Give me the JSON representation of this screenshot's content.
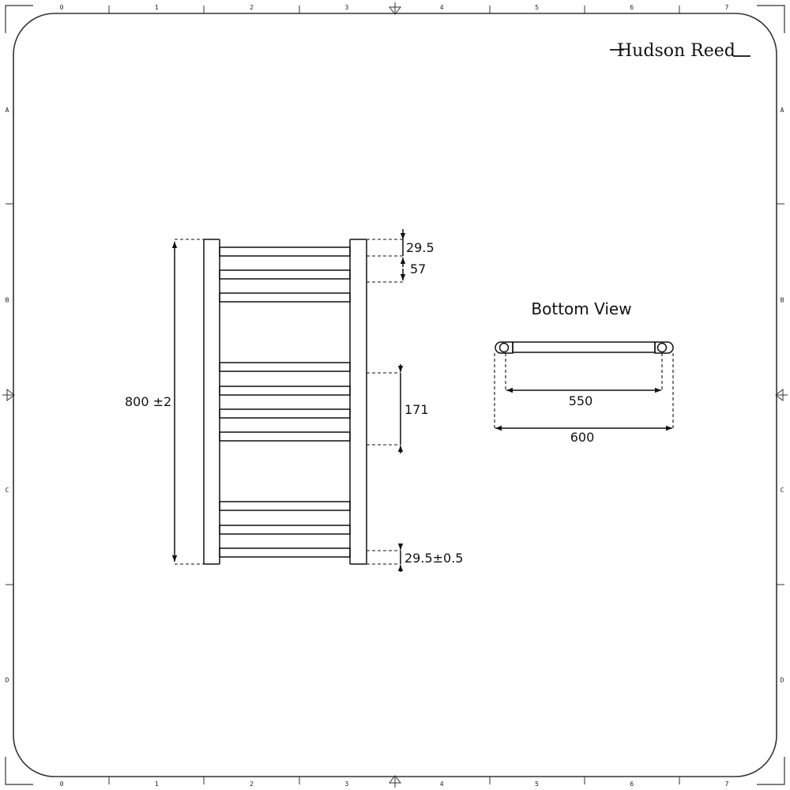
{
  "logo": {
    "text": "Hudson Reed"
  },
  "frame": {
    "column_labels": [
      "0",
      "1",
      "2",
      "3",
      "4",
      "5",
      "6",
      "7"
    ],
    "row_labels": [
      "A",
      "B",
      "C",
      "D"
    ]
  },
  "front_view": {
    "height_label": "800 ±2",
    "top_offset_label": "29.5",
    "rail_pitch_label": "57",
    "group_gap_label": "171",
    "bottom_offset_label": "29.5±0.5"
  },
  "bottom_view": {
    "title": "Bottom View",
    "centres_label": "550",
    "width_label": "600"
  }
}
